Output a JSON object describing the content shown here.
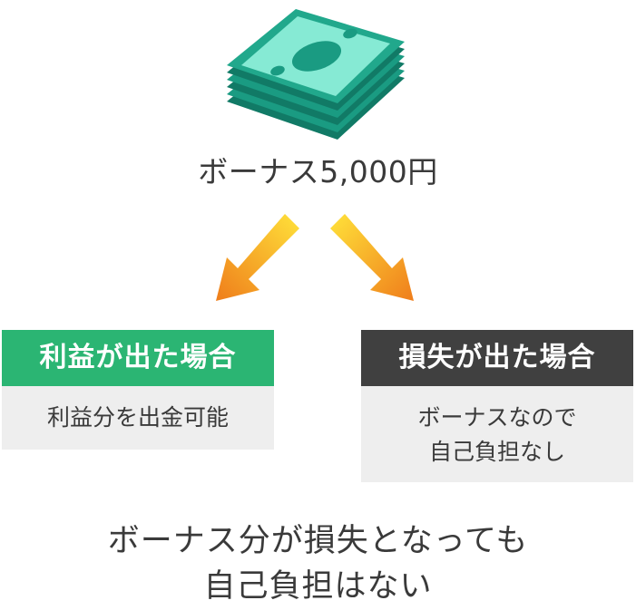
{
  "bonus": {
    "amount_text": "ボーナス5,000円"
  },
  "profit_case": {
    "title": "利益が出た場合",
    "body": "利益分を出金可能"
  },
  "loss_case": {
    "title": "損失が出た場合",
    "body_lines": [
      "ボーナスなので",
      "自己負担なし"
    ]
  },
  "conclusion": {
    "lines": [
      "ボーナス分が損失となっても",
      "自己負担はない"
    ]
  },
  "colors": {
    "money_green": "#1f9e85",
    "money_light": "#7de5cf",
    "profit_green": "#2bb573",
    "loss_dark": "#404040",
    "box_gray": "#eeeeee",
    "arrow_top": "#ffe23a",
    "arrow_bottom": "#ef7d1b"
  },
  "icons": {
    "money": "cash-stack-icon",
    "arrow_left": "arrow-down-left-icon",
    "arrow_right": "arrow-down-right-icon"
  }
}
